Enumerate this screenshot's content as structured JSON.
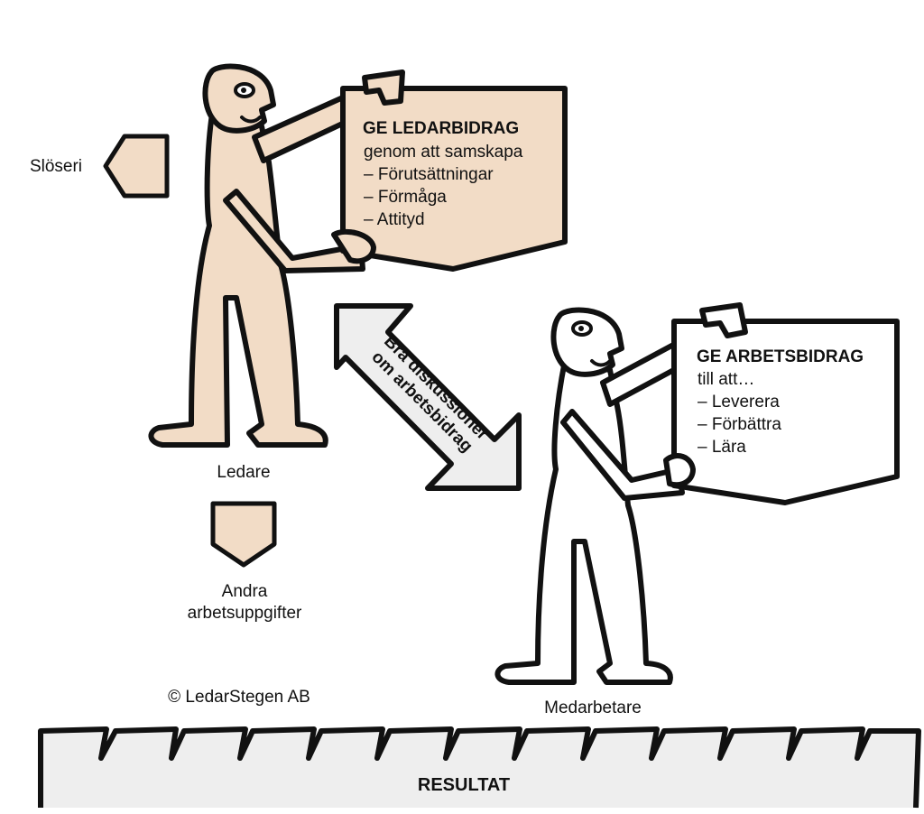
{
  "colors": {
    "leader_fill": "#f2dcc6",
    "outline": "#111111",
    "employee_fill": "#ffffff",
    "arrow_fill": "#eeeeee",
    "result_fill": "#eeeeee"
  },
  "leader": {
    "label": "Ledare",
    "card": {
      "title": "GE LEDARBIDRAG",
      "subtitle": "genom att samskapa",
      "items": [
        "– Förutsättningar",
        "– Förmåga",
        "– Attityd"
      ]
    }
  },
  "employee": {
    "label": "Medarbetare",
    "card": {
      "title": "GE ARBETSBIDRAG",
      "subtitle": "till att…",
      "items": [
        "– Leverera",
        "– Förbättra",
        "– Lära"
      ]
    }
  },
  "waste": {
    "label": "Slöseri"
  },
  "other_tasks": {
    "label_line1": "Andra",
    "label_line2": "arbetsuppgifter"
  },
  "discussion_arrow": {
    "line1": "Bra diskussioner",
    "line2": "om arbetsbidrag"
  },
  "copyright": "© LedarStegen AB",
  "result": {
    "label": "RESULTAT"
  }
}
